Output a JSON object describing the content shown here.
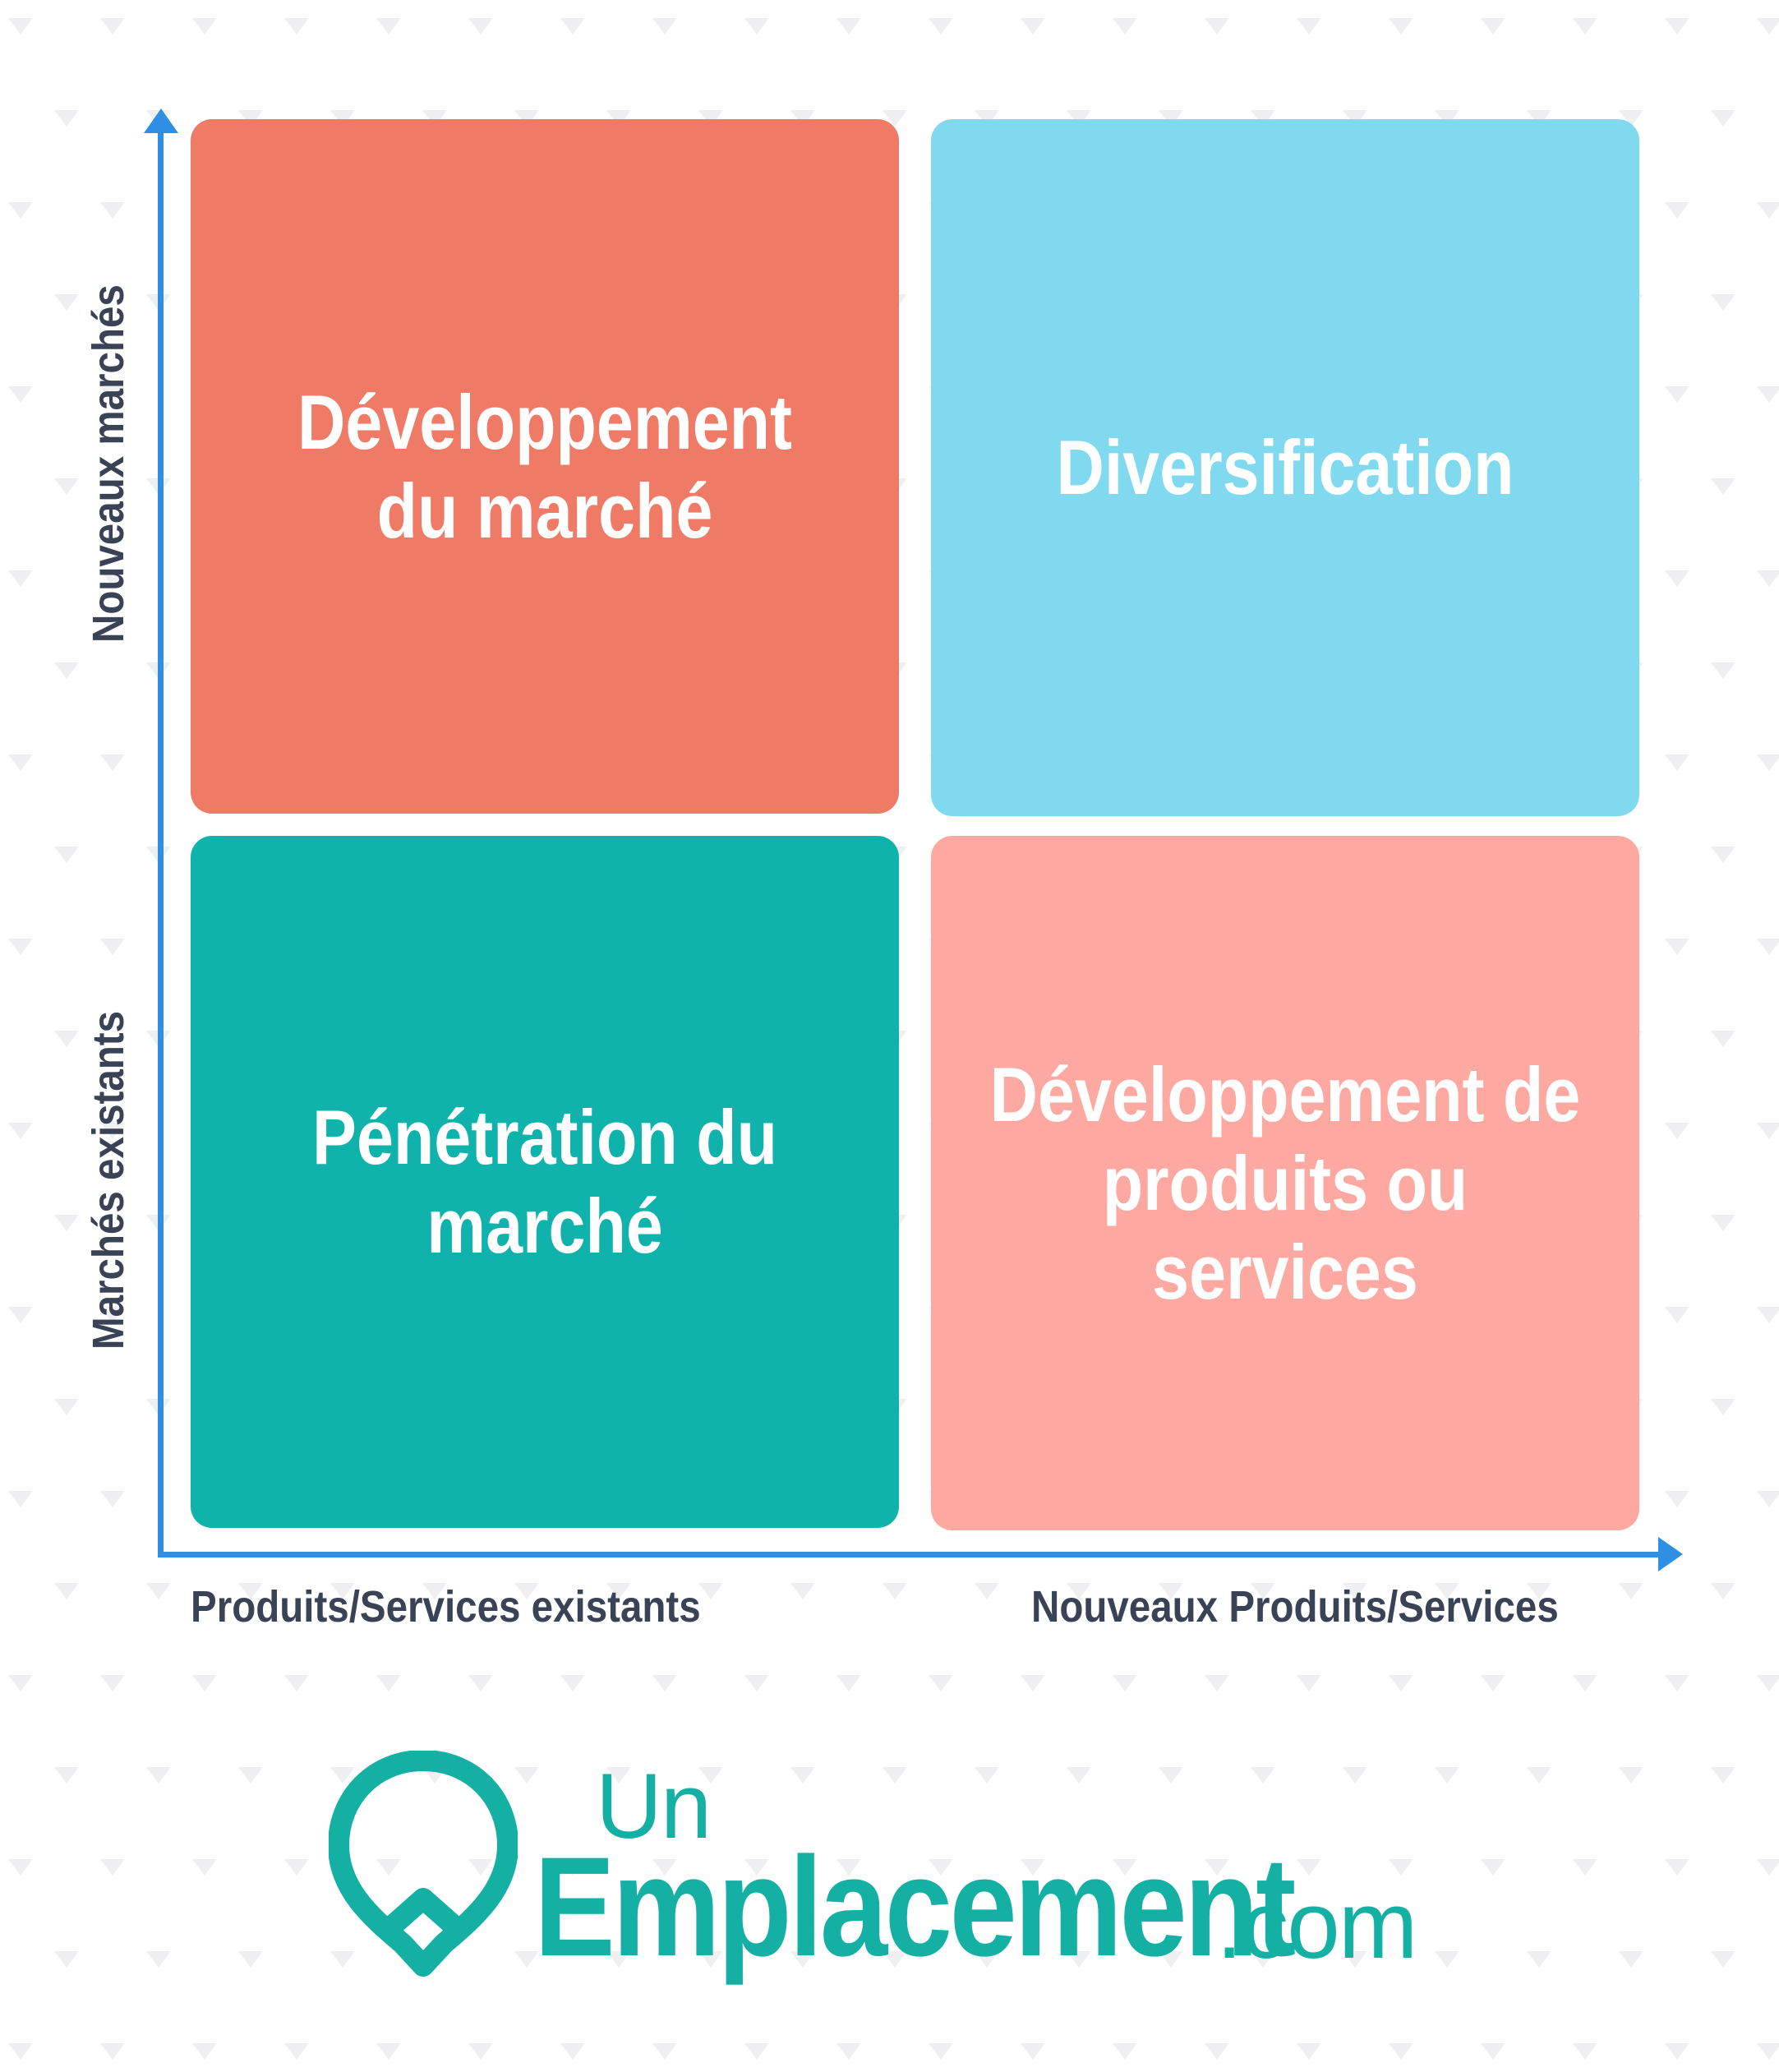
{
  "matrix": {
    "quadrants": {
      "top_left": {
        "label": "Développement du marché",
        "color": "#ef7b67"
      },
      "top_right": {
        "label": "Diversification",
        "color": "#80d9ee"
      },
      "bottom_left": {
        "label": "Pénétration du marché",
        "color": "#0fb3ab"
      },
      "bottom_right": {
        "label": "Développement de produits ou services",
        "color": "#fda9a1"
      }
    },
    "y_axis": {
      "top_label": "Nouveaux marchés",
      "bottom_label": "Marchés existants"
    },
    "x_axis": {
      "left_label": "Produits/Services existants",
      "right_label": "Nouveaux Produits/Services"
    },
    "axis_color": "#2f8fe4"
  },
  "logo": {
    "prefix": "Un",
    "name": "Emplacement",
    "suffix": ".com",
    "color": "#13b0a3"
  }
}
